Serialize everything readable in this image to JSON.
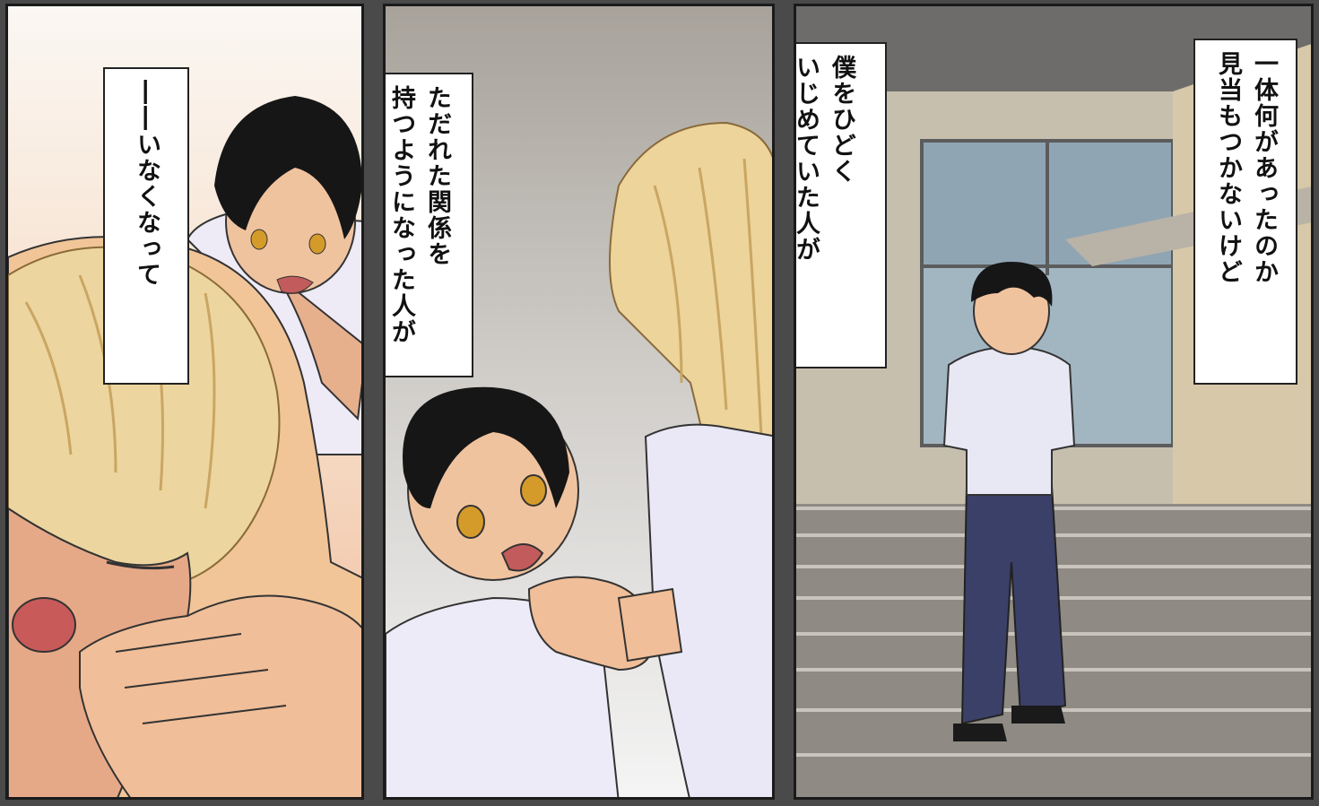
{
  "panels": {
    "left": {
      "caption": [
        "――いなくなって"
      ]
    },
    "middle": {
      "caption": [
        "ただれた関係を",
        "持つようになった人が"
      ]
    },
    "right": {
      "caption_a": [
        "僕をひどく",
        "いじめていた人が"
      ],
      "caption_b": [
        "一体何があったのか",
        "見当もつかないけど"
      ]
    }
  }
}
